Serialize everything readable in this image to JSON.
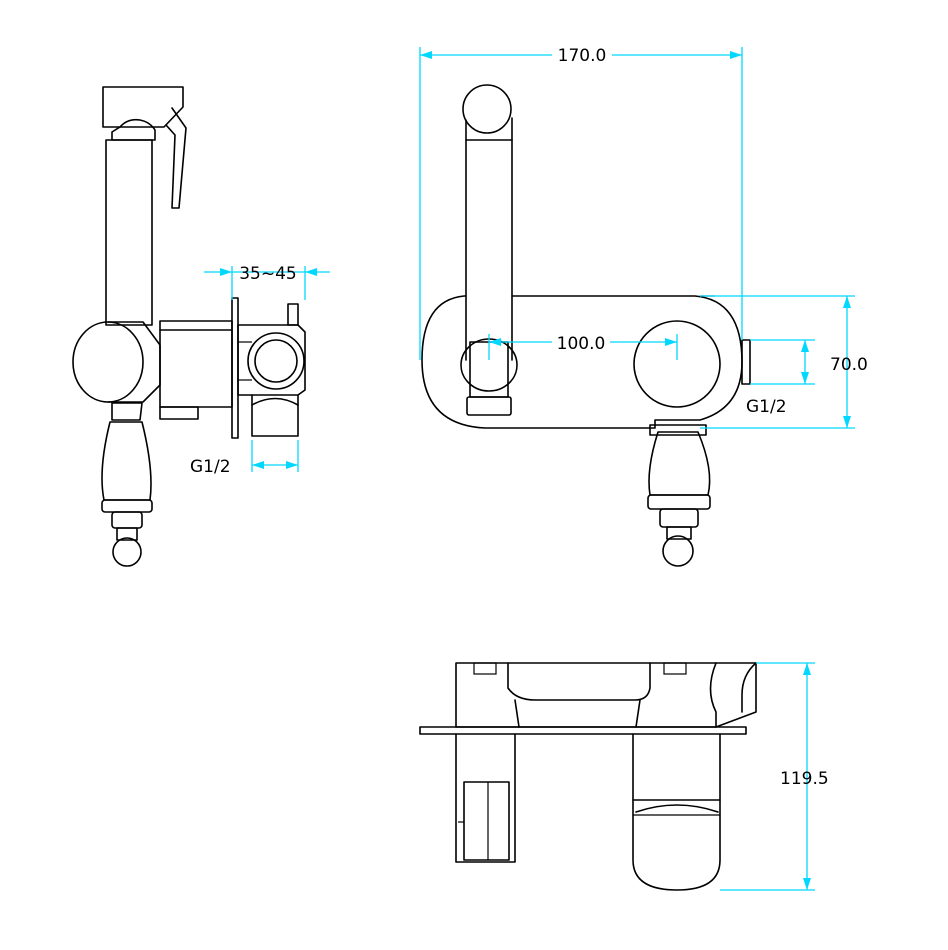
{
  "colors": {
    "outline": "#000000",
    "dimension": "#00d8ff",
    "background": "#ffffff"
  },
  "dimensions": {
    "side_wall_range": "35~45",
    "side_thread": "G1/2",
    "front_width": "170.0",
    "front_spacing": "100.0",
    "front_height": "70.0",
    "front_thread": "G1/2",
    "top_depth": "119.5"
  }
}
